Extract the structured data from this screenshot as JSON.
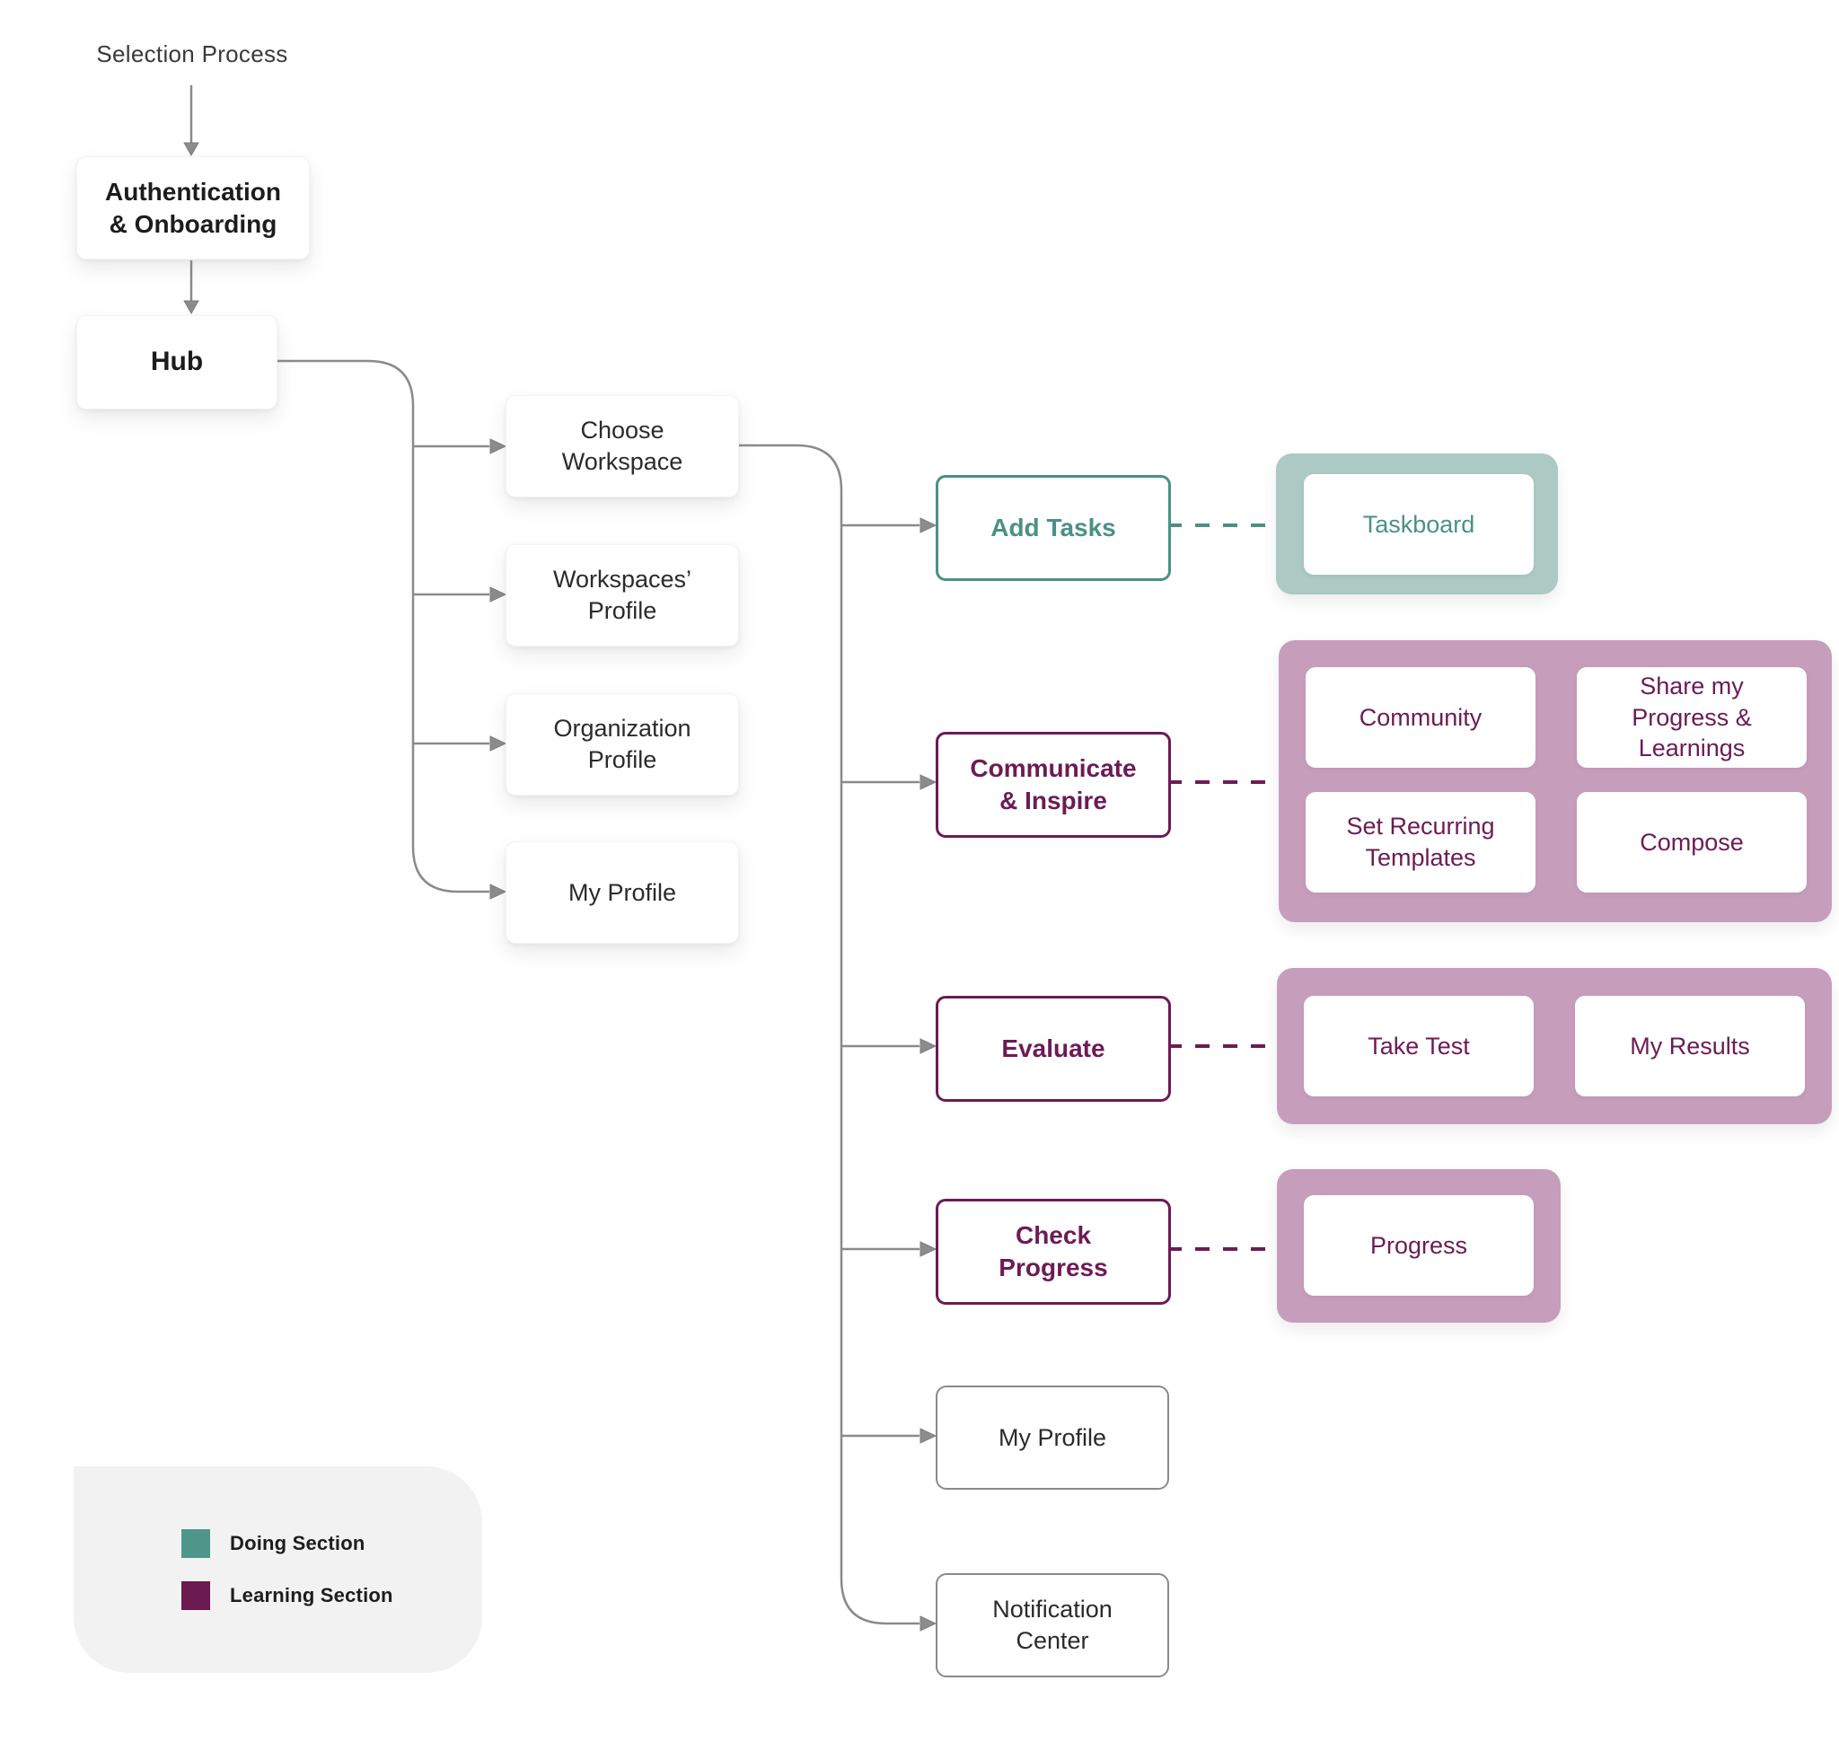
{
  "colors": {
    "teal": "#4A9184",
    "teal_fill": "#ACC9C4",
    "purple": "#6D1B55",
    "purple_fill": "#C69EBC",
    "line_gray": "#8A8A8A",
    "text_dark": "#2B2B2B",
    "legend_bg": "#F2F2F2"
  },
  "flow": {
    "start_label": "Selection Process",
    "nodes": {
      "auth": {
        "label": "Authentication\n& Onboarding"
      },
      "hub": {
        "label": "Hub"
      },
      "choose_workspace": {
        "label": "Choose\nWorkspace"
      },
      "workspaces_profile": {
        "label": "Workspaces’\nProfile"
      },
      "organization_profile": {
        "label": "Organization\nProfile"
      },
      "my_profile": {
        "label": "My Profile"
      },
      "add_tasks": {
        "label": "Add Tasks"
      },
      "taskboard": {
        "label": "Taskboard"
      },
      "communicate_inspire": {
        "label": "Communicate\n& Inspire"
      },
      "community": {
        "label": "Community"
      },
      "share_progress": {
        "label": "Share my\nProgress &\nLearnings"
      },
      "set_recurring_templates": {
        "label": "Set Recurring\nTemplates"
      },
      "compose": {
        "label": "Compose"
      },
      "evaluate": {
        "label": "Evaluate"
      },
      "take_test": {
        "label": "Take Test"
      },
      "my_results": {
        "label": "My Results"
      },
      "check_progress": {
        "label": "Check\nProgress"
      },
      "progress": {
        "label": "Progress"
      },
      "my_profile_2": {
        "label": "My Profile"
      },
      "notification_center": {
        "label": "Notification\nCenter"
      }
    }
  },
  "legend": {
    "items": [
      {
        "label": "Doing Section",
        "color": "#4F968A"
      },
      {
        "label": "Learning Section",
        "color": "#6B1A52"
      }
    ]
  }
}
